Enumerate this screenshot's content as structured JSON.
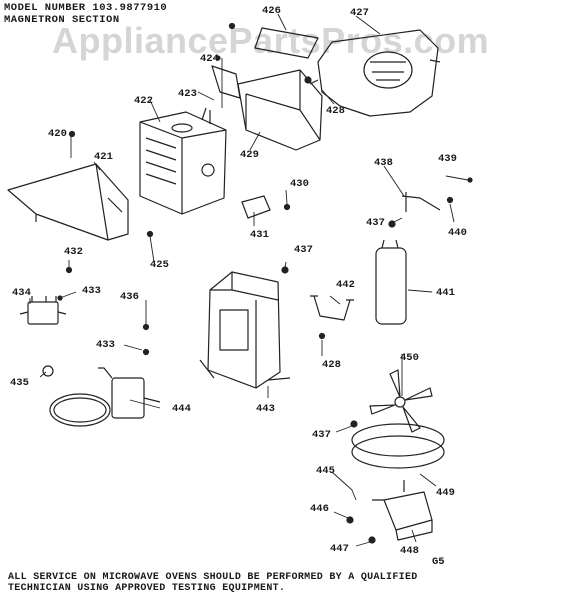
{
  "header": {
    "model_line": "MODEL NUMBER 103.9877910",
    "section_title": "MAGNETRON SECTION"
  },
  "watermark": "AppliancePartsPros.com",
  "parts": {
    "p420": "420",
    "p421": "421",
    "p422": "422",
    "p423": "423",
    "p424": "424",
    "p425": "425",
    "p426": "426",
    "p427": "427",
    "p428a": "428",
    "p428b": "428",
    "p429": "429",
    "p430": "430",
    "p431": "431",
    "p432": "432",
    "p433a": "433",
    "p433b": "433",
    "p434": "434",
    "p435": "435",
    "p436": "436",
    "p437a": "437",
    "p437b": "437",
    "p437c": "437",
    "p438": "438",
    "p439": "439",
    "p440": "440",
    "p441": "441",
    "p442": "442",
    "p443": "443",
    "p444": "444",
    "p445": "445",
    "p446": "446",
    "p447": "447",
    "p448": "448",
    "p449": "449",
    "p450": "450"
  },
  "figure_id": "G5",
  "footer": {
    "line1": "ALL SERVICE ON MICROWAVE OVENS SHOULD BE PERFORMED BY A QUALIFIED",
    "line2": "TECHNICIAN USING APPROVED TESTING EQUIPMENT."
  }
}
